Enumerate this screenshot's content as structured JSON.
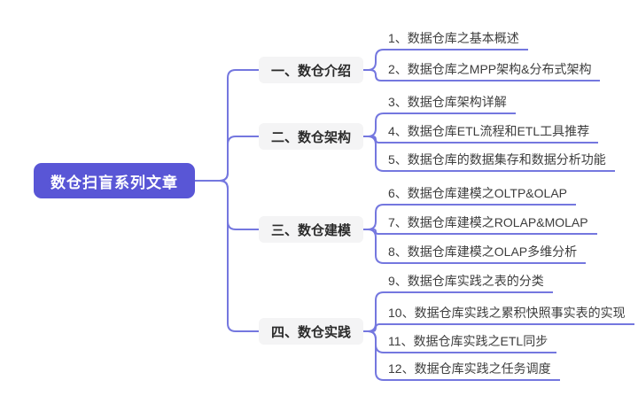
{
  "colors": {
    "background": "#ffffff",
    "root_bg": "#5956d6",
    "root_text": "#ffffff",
    "branch_bg": "#f4f4f5",
    "branch_text": "#2b2b2b",
    "leaf_text": "#3d3d3d",
    "connector": "#7477df"
  },
  "mindmap": {
    "root": {
      "label": "数仓扫盲系列文章"
    },
    "branches": [
      {
        "label": "一、数仓介绍",
        "children": [
          "1、数据仓库之基本概述",
          "2、数据仓库之MPP架构&分布式架构"
        ]
      },
      {
        "label": "二、数仓架构",
        "children": [
          "3、数据仓库架构详解",
          "4、数据仓库ETL流程和ETL工具推荐",
          "5、数据仓库的数据集存和数据分析功能"
        ]
      },
      {
        "label": "三、数仓建模",
        "children": [
          "6、数据仓库建模之OLTP&OLAP",
          "7、数据仓库建模之ROLAP&MOLAP",
          "8、数据仓库建模之OLAP多维分析"
        ]
      },
      {
        "label": "四、数仓实践",
        "children": [
          "9、数据仓库实践之表的分类",
          "10、数据仓库实践之累积快照事实表的实现",
          "11、数据仓库实践之ETL同步",
          "12、数据仓库实践之任务调度"
        ]
      }
    ]
  }
}
